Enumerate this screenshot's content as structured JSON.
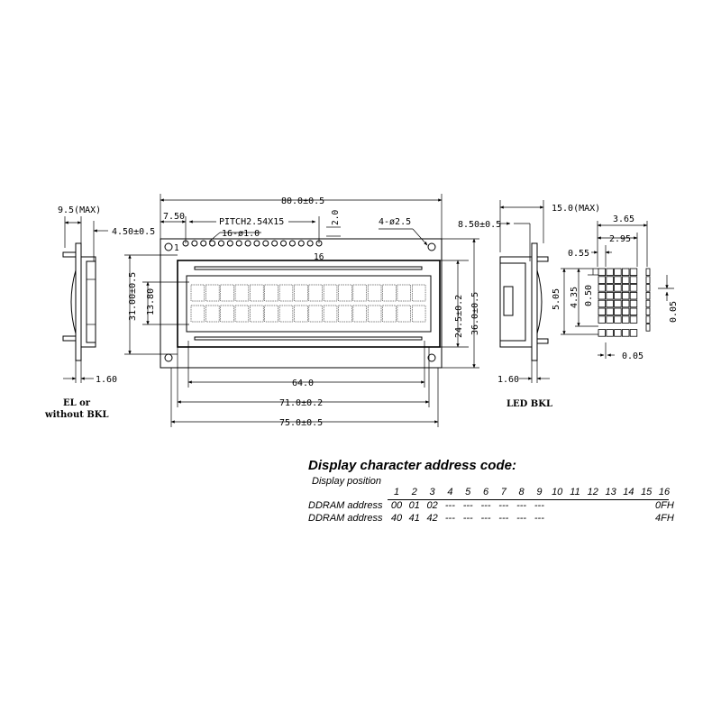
{
  "drawing": {
    "left_side_view": {
      "dims": {
        "thickness_max": "9.5(MAX)",
        "pin_offset": "4.50±0.5",
        "pcb": "1.60"
      },
      "caption_line1": "EL or",
      "caption_line2": "without BKL"
    },
    "front_view": {
      "dims": {
        "overall_width": "80.0±0.5",
        "pin1_offset": "7.50",
        "pin_pitch": "PITCH2.54X15",
        "pin_dia": "16-ø1.0",
        "pin_edge": "2.0",
        "mount_holes": "4-ø2.5",
        "pin_first": "1",
        "pin_last": "16",
        "outline_height": "31.00±0.5",
        "view_area_height": "13.80",
        "bezel_height": "24.5±0.2",
        "pcb_height": "36.0±0.5",
        "active_width": "64.0",
        "view_width": "71.0±0.2",
        "bezel_width": "75.0±0.5"
      },
      "char_rows": 2,
      "char_cols": 16
    },
    "right_side_view": {
      "dims": {
        "thickness_max": "15.0(MAX)",
        "pin_offset": "8.50±0.5",
        "pcb": "1.60"
      },
      "caption": "LED BKL"
    },
    "char_detail": {
      "dims": {
        "char_width": "3.65",
        "dot_area_width": "2.95",
        "dot_pitch_x": "0.55",
        "char_height": "5.05",
        "dot_area_height": "4.35",
        "dot_pitch_y": "0.50",
        "dot_gap_y": "0.05",
        "dot_gap_x": "0.05"
      }
    }
  },
  "address_table": {
    "title": "Display character address code:",
    "position_label": "Display position",
    "positions": [
      "1",
      "2",
      "3",
      "4",
      "5",
      "6",
      "7",
      "8",
      "9",
      "10",
      "11",
      "12",
      "13",
      "14",
      "15",
      "16"
    ],
    "rows": [
      {
        "label": "DDRAM address",
        "cells": [
          "00",
          "01",
          "02",
          "---",
          "---",
          "---",
          "---",
          "---",
          "---",
          "",
          "",
          "",
          "",
          "",
          "",
          "0FH"
        ]
      },
      {
        "label": "DDRAM address",
        "cells": [
          "40",
          "41",
          "42",
          "---",
          "---",
          "---",
          "---",
          "---",
          "---",
          "",
          "",
          "",
          "",
          "",
          "",
          "4FH"
        ]
      }
    ]
  }
}
